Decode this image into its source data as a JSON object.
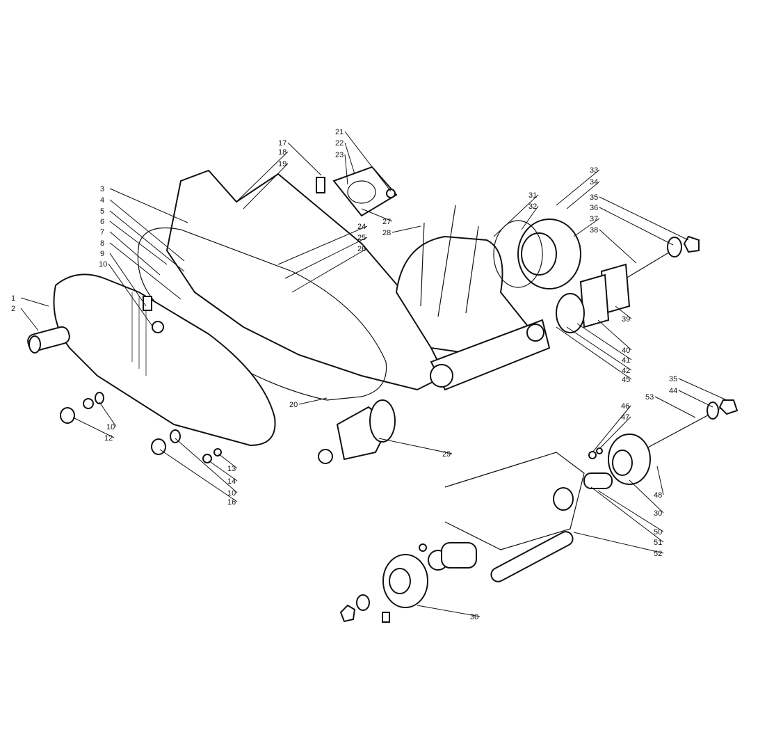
{
  "diagram": {
    "title": "Engine crankcase and rear suspension exploded view",
    "callouts": [
      "1",
      "2",
      "3",
      "4",
      "5",
      "6",
      "7",
      "8",
      "9",
      "10",
      "10",
      "12",
      "13",
      "14",
      "10",
      "16",
      "17",
      "18",
      "19",
      "21",
      "22",
      "23",
      "27",
      "28",
      "24",
      "25",
      "26",
      "20",
      "29",
      "31",
      "32",
      "33",
      "34",
      "35",
      "36",
      "37",
      "38",
      "39",
      "40",
      "41",
      "42",
      "45",
      "35",
      "44",
      "53",
      "46",
      "47",
      "48",
      "30",
      "50",
      "51",
      "52",
      "30"
    ]
  }
}
